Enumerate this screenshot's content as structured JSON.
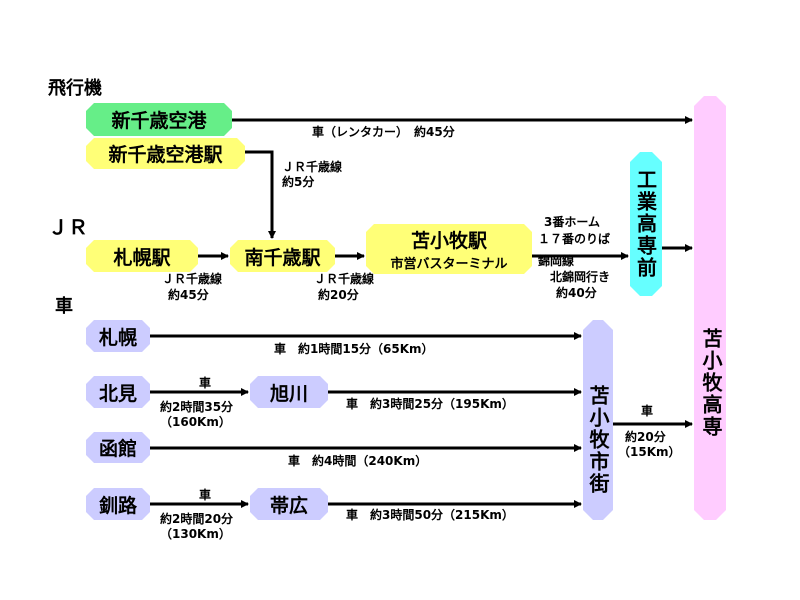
{
  "sections": {
    "air": "飛行機",
    "jr": "ＪＲ",
    "car": "車"
  },
  "nodes": {
    "new_chitose_airport": "新千歳空港",
    "new_chitose_airport_station": "新千歳空港駅",
    "sapporo_station": "札幌駅",
    "minami_chitose_station": "南千歳駅",
    "tomakomai_station": "苫小牧駅",
    "tomakomai_bus_terminal": "市営バスターミナル",
    "kogyo_kosen_mae": "工業高専前",
    "tomakomai_kosen": "苫小牧高専",
    "sapporo": "札幌",
    "kitami": "北見",
    "asahikawa": "旭川",
    "hakodate": "函館",
    "kushiro": "釧路",
    "obihiro": "帯広",
    "tomakomai_city": "苫小牧市街"
  },
  "labels": {
    "airport_car": "車（レンタカー）　約45分",
    "airport_jr_line": "ＪＲ千歳線",
    "airport_jr_time": "約5分",
    "sapporo_jr_line": "ＪＲ千歳線",
    "sapporo_jr_time": "約45分",
    "minami_jr_line": "ＪＲ千歳線",
    "minami_jr_time": "約20分",
    "bus_platform": "3番ホーム",
    "bus_stop": "１７番のりば",
    "bus_line": "錦岡線",
    "bus_dest": "北錦岡行き",
    "bus_time": "約40分",
    "sapporo_car": "車　約1時間15分（65Km）",
    "kitami_car_mode": "車",
    "kitami_car_time": "約2時間35分",
    "kitami_car_dist": "（160Km）",
    "asahikawa_car": "車　約3時間25分（195Km）",
    "hakodate_car": "車　約4時間（240Km）",
    "kushiro_car_mode": "車",
    "kushiro_car_time": "約2時間20分",
    "kushiro_car_dist": "（130Km）",
    "obihiro_car": "車　約3時間50分（215Km）",
    "city_car_mode": "車",
    "city_car_time": "約20分",
    "city_car_dist": "（15Km）"
  },
  "colors": {
    "airport": "#66ee88",
    "station": "#ffff77",
    "city": "#ccccff",
    "kosen_mae": "#66ffff",
    "kosen": "#ffccff"
  }
}
